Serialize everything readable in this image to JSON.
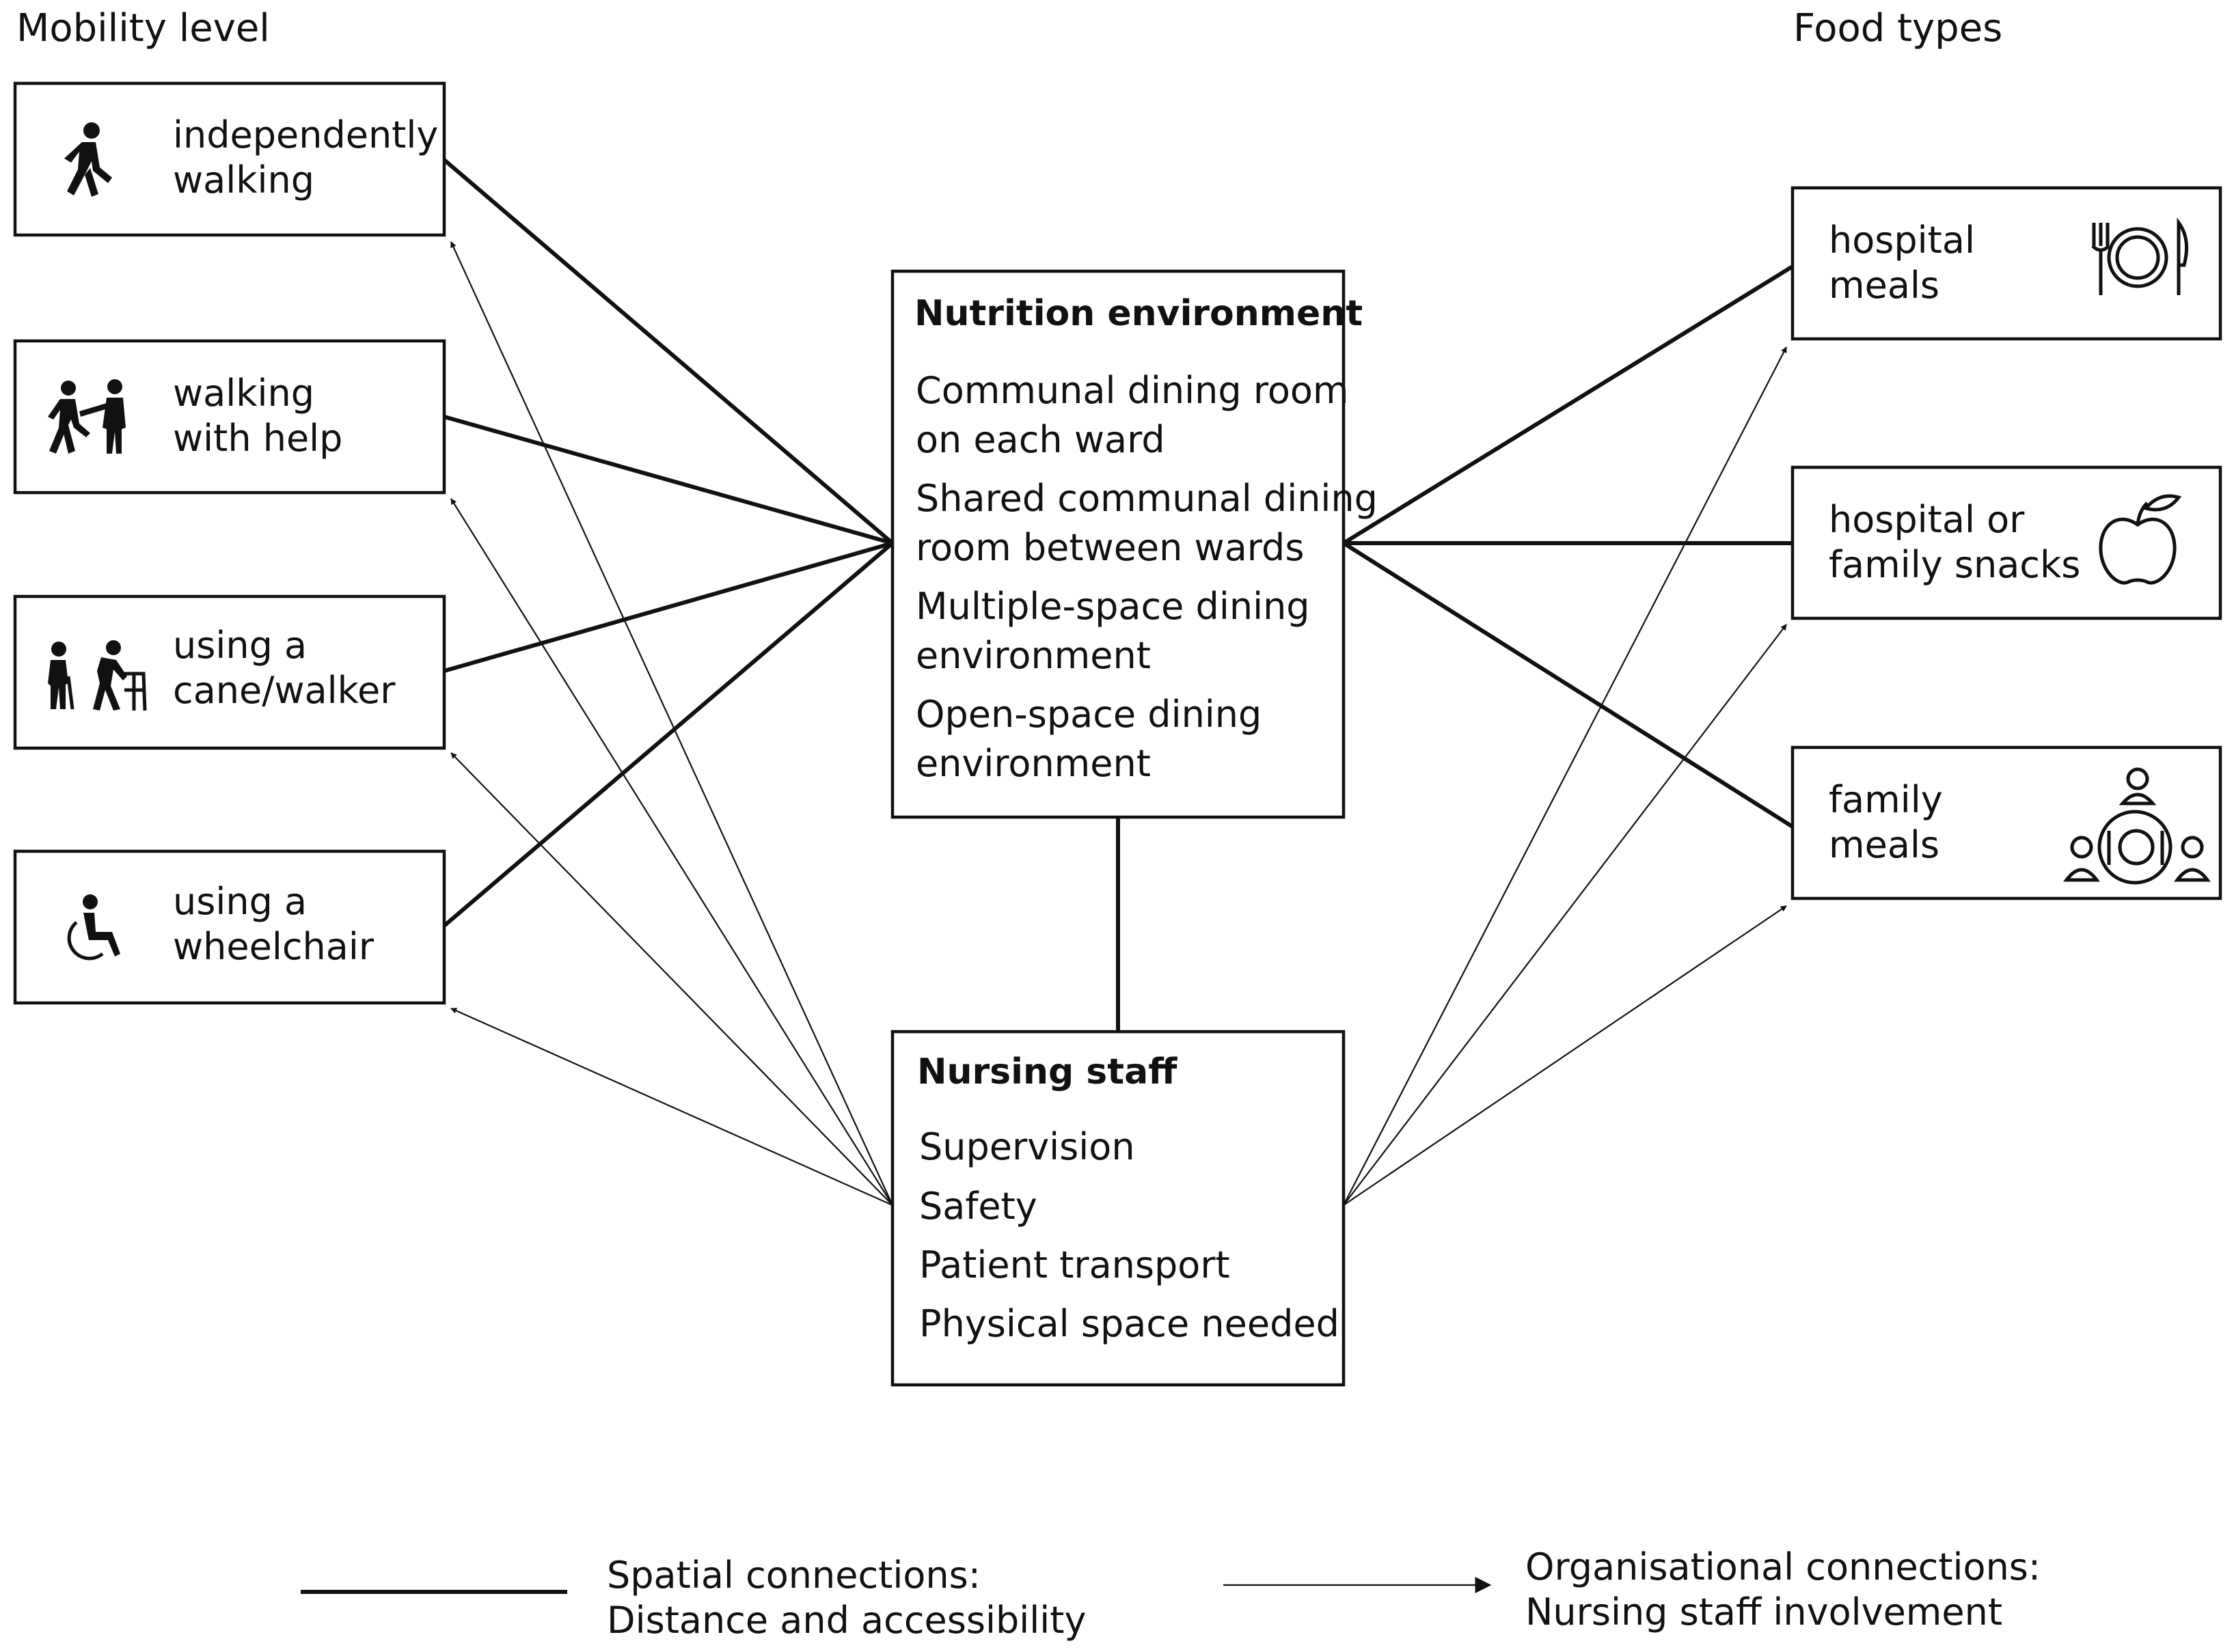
{
  "headings": {
    "mobility": "Mobility level",
    "food": "Food types"
  },
  "mobility": [
    {
      "line1": "independently",
      "line2": "walking",
      "icon": "walking-person-icon"
    },
    {
      "line1": "walking",
      "line2": "with help",
      "icon": "assisted-walking-icon"
    },
    {
      "line1": "using a",
      "line2": "cane/walker",
      "icon": "cane-walker-icon"
    },
    {
      "line1": "using a",
      "line2": "wheelchair",
      "icon": "wheelchair-icon"
    }
  ],
  "food": [
    {
      "line1": "hospital",
      "line2": "meals",
      "icon": "plate-cutlery-icon"
    },
    {
      "line1": "hospital or",
      "line2": "family snacks",
      "icon": "apple-icon"
    },
    {
      "line1": "family",
      "line2": "meals",
      "icon": "family-table-icon"
    }
  ],
  "nutrition": {
    "title": "Nutrition environment",
    "items": [
      "Communal dining room",
      "on each ward",
      "Shared communal dining",
      "room between wards",
      "Multiple-space dining",
      "environment",
      "Open-space dining",
      "environment"
    ]
  },
  "nursing": {
    "title": "Nursing staff",
    "items": [
      "Supervision",
      "Safety",
      "Patient transport",
      "Physical space needed"
    ]
  },
  "legend": {
    "spatial_line1": "Spatial connections:",
    "spatial_line2": "Distance and accessibility",
    "organisational_line1": "Organisational connections:",
    "organisational_line2": "Nursing staff involvement"
  }
}
